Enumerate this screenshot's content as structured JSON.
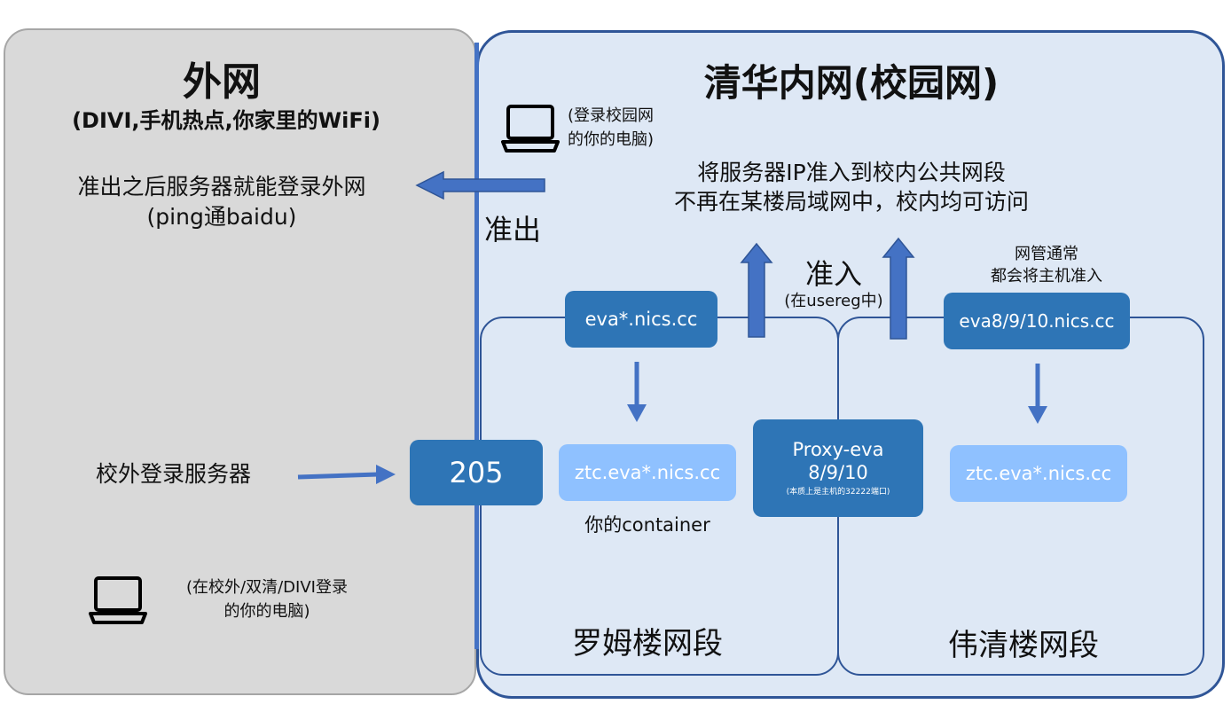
{
  "external": {
    "title": "外网",
    "subtitle": "(DIVI,手机热点,你家里的WiFi)",
    "outbound_line1": "准出之后服务器就能登录外网",
    "outbound_line2": "(ping通baidu)",
    "login_from_outside": "校外登录服务器",
    "laptop_note_line1": "(在校外/双清/DIVI登录",
    "laptop_note_line2": "的你的电脑)"
  },
  "internal": {
    "title": "清华内网(校园网)",
    "laptop_note_line1": "(登录校园网",
    "laptop_note_line2": "的你的电脑)",
    "access_line1": "将服务器IP准入到校内公共网段",
    "access_line2": "不再在某楼局域网中，校内均可访问",
    "zhunchu_label": "准出",
    "zhunru_label": "准入",
    "zhunru_note": "(在usereg中)",
    "admin_note_line1": "网管通常",
    "admin_note_line2": "都会将主机准入"
  },
  "luo": {
    "host_box": "eva*.nics.cc",
    "container_box": "ztc.eva*.nics.cc",
    "container_caption": "你的container",
    "jump_box": "205",
    "zone_label": "罗姆楼网段"
  },
  "wei": {
    "host_box": "eva8/9/10.nics.cc",
    "container_box": "ztc.eva*.nics.cc",
    "zone_label": "伟清楼网段"
  },
  "proxy": {
    "line1": "Proxy-eva",
    "line2": "8/9/10",
    "note": "(本质上是主机的32222端口)"
  },
  "colors": {
    "arrow": "#4472c4",
    "dark_box": "#2e75b6",
    "light_box": "#8fc1ff",
    "border": "#2f5597"
  }
}
